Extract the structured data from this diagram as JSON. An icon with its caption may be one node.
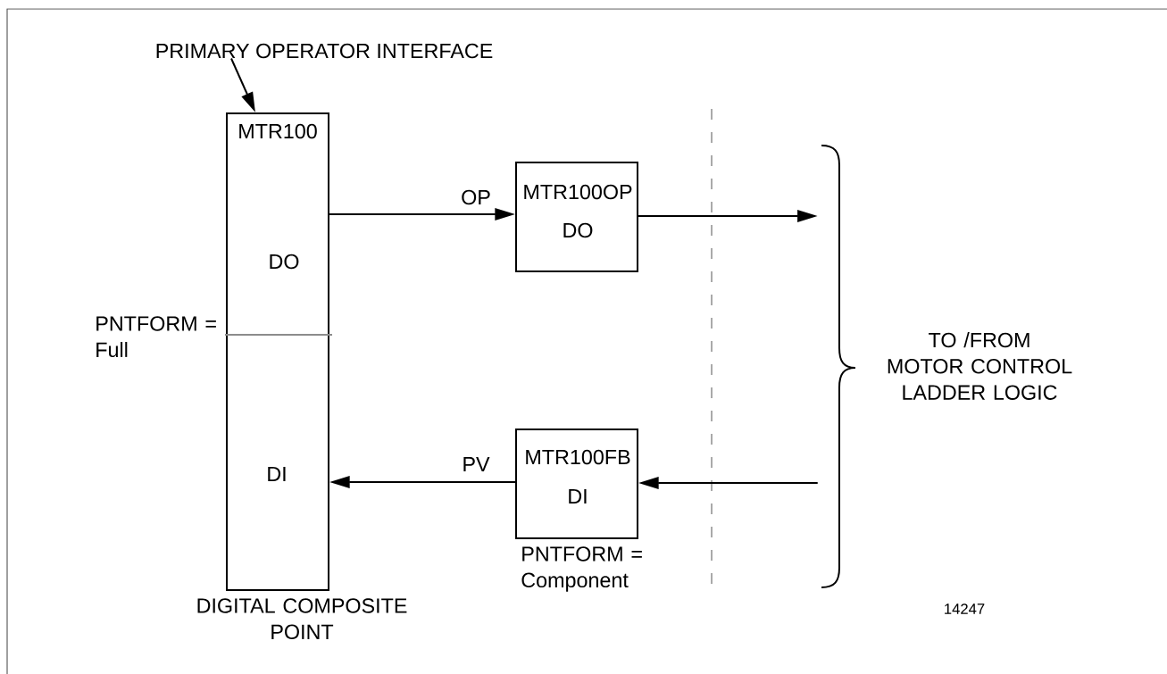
{
  "diagram": {
    "nodes": [
      {
        "text": [
          "PRIMARY OPERATOR INTERFACE"
        ]
      },
      {
        "text": [
          "MTR100",
          "DO",
          "DI"
        ],
        "beside": [
          "PNTFORM = Full",
          "DIGITAL COMPOSITE POINT"
        ]
      },
      {
        "text": [
          "MTR100OP",
          "DO"
        ]
      },
      {
        "text": [
          "MTR100FB",
          "DI"
        ],
        "beside": [
          "PNTFORM = Component"
        ]
      },
      {
        "text": [
          "TO /FROM MOTOR CONTROL LADDER LOGIC"
        ]
      }
    ],
    "edges": [
      {
        "from": 0,
        "to": 1,
        "arrow": "to"
      },
      {
        "from": 1,
        "to": 2,
        "arrow": "to",
        "label": "OP"
      },
      {
        "from": 2,
        "to": 4,
        "arrow": "to"
      },
      {
        "from": 4,
        "to": 3,
        "arrow": "to"
      },
      {
        "from": 3,
        "to": 1,
        "arrow": "to",
        "label": "PV"
      }
    ],
    "labels": [
      "14247"
    ]
  }
}
